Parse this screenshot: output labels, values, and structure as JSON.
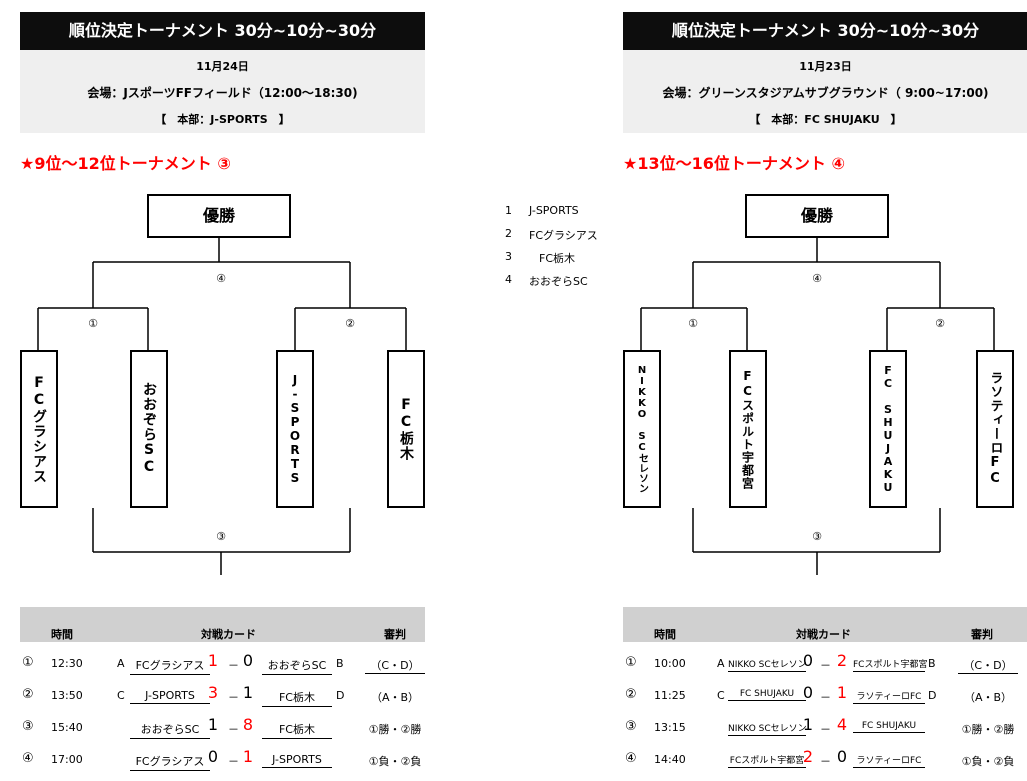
{
  "left": {
    "header_title": "順位決定トーナメント 30分~10分~30分",
    "date": "11月24日",
    "venue": "会場：JスポーツFFフィールド（12:00～18:30)",
    "hq": "【　本部：J-SPORTS　】",
    "tournament_title": "★9位～12位トーナメント ③",
    "winner_label": "優勝",
    "match_labels": [
      "①",
      "②",
      "③",
      "④"
    ],
    "teams": [
      "FCグラシアス",
      "おおぞらSC",
      "J-SPORTS",
      "FC栃木"
    ],
    "sched_headers": {
      "time": "時間",
      "card": "対戦カード",
      "ref": "審判"
    },
    "schedule": [
      {
        "num": "①",
        "time": "12:30",
        "lab1": "A",
        "team1": "FCグラシアス",
        "s1": "1",
        "dash": "－",
        "s2": "0",
        "team2": "おおぞらSC",
        "lab2": "B",
        "ref": "（C・D）"
      },
      {
        "num": "②",
        "time": "13:50",
        "lab1": "C",
        "team1": "J-SPORTS",
        "s1": "3",
        "dash": "－",
        "s2": "1",
        "team2": "FC栃木",
        "lab2": "D",
        "ref": "（A・B）"
      },
      {
        "num": "③",
        "time": "15:40",
        "lab1": "",
        "team1": "おおぞらSC",
        "s1": "1",
        "dash": "－",
        "s2": "8",
        "team2": "FC栃木",
        "lab2": "",
        "ref": "①勝・②勝"
      },
      {
        "num": "④",
        "time": "17:00",
        "lab1": "",
        "team1": "FCグラシアス",
        "s1": "0",
        "dash": "－",
        "s2": "1",
        "team2": "J-SPORTS",
        "lab2": "",
        "ref": "①負・②負"
      }
    ],
    "score_colors": [
      [
        "red",
        "black"
      ],
      [
        "red",
        "black"
      ],
      [
        "black",
        "red"
      ],
      [
        "black",
        "red"
      ]
    ]
  },
  "right": {
    "header_title": "順位決定トーナメント 30分~10分~30分",
    "date": "11月23日",
    "venue": "会場：グリーンスタジアムサブグラウンド（ 9:00~17:00)",
    "hq": "【　本部：FC SHUJAKU　】",
    "tournament_title": "★13位～16位トーナメント ④",
    "winner_label": "優勝",
    "match_labels": [
      "①",
      "②",
      "③",
      "④"
    ],
    "teams": [
      "NIKKO SCセレソン",
      "FCスポルト宇都宮",
      "FC SHUJAKU",
      "ラソティーロFC"
    ],
    "sched_headers": {
      "time": "時間",
      "card": "対戦カード",
      "ref": "審判"
    },
    "schedule": [
      {
        "num": "①",
        "time": "10:00",
        "lab1": "A",
        "team1": "NIKKO SCセレソン",
        "s1": "0",
        "dash": "－",
        "s2": "2",
        "team2": "FCスポルト宇都宮",
        "lab2": "B",
        "ref": "（C・D）"
      },
      {
        "num": "②",
        "time": "11:25",
        "lab1": "C",
        "team1": "FC SHUJAKU",
        "s1": "0",
        "dash": "－",
        "s2": "1",
        "team2": "ラソティーロFC",
        "lab2": "D",
        "ref": "（A・B）"
      },
      {
        "num": "③",
        "time": "13:15",
        "lab1": "",
        "team1": "NIKKO SCセレソン",
        "s1": "1",
        "dash": "－",
        "s2": "4",
        "team2": "FC SHUJAKU",
        "lab2": "",
        "ref": "①勝・②勝"
      },
      {
        "num": "④",
        "time": "14:40",
        "lab1": "",
        "team1": "FCスポルト宇都宮",
        "s1": "2",
        "dash": "－",
        "s2": "0",
        "team2": "ラソティーロFC",
        "lab2": "",
        "ref": "①負・②負"
      }
    ],
    "score_colors": [
      [
        "black",
        "red"
      ],
      [
        "black",
        "red"
      ],
      [
        "black",
        "red"
      ],
      [
        "red",
        "black"
      ]
    ]
  },
  "team_list": [
    {
      "num": "1",
      "name": "J-SPORTS"
    },
    {
      "num": "2",
      "name": "FCグラシアス"
    },
    {
      "num": "3",
      "name": "FC栃木"
    },
    {
      "num": "4",
      "name": "おおぞらSC"
    }
  ],
  "colors": {
    "red": "#ff0000",
    "black": "#000000",
    "header_bg": "#0d0d0d",
    "info_bg": "#efefef",
    "table_header_bg": "#d0d0d0"
  }
}
